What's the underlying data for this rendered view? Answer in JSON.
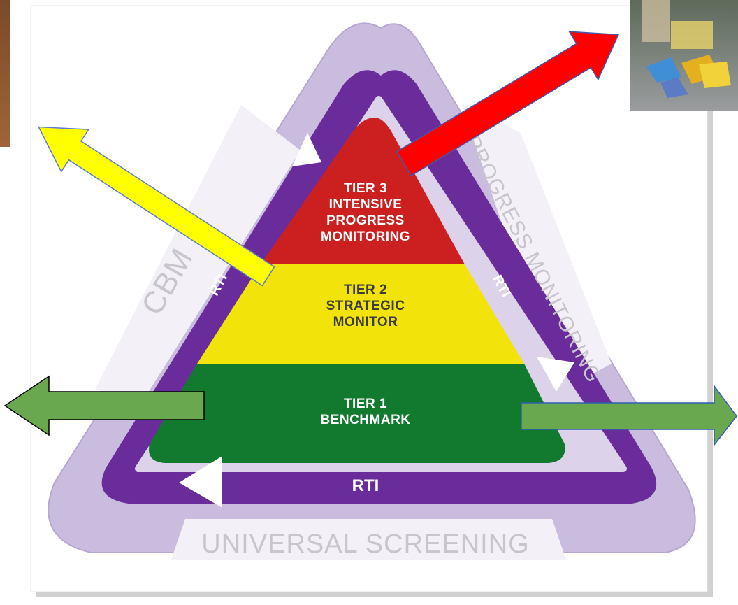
{
  "diagram": {
    "tier3": {
      "line1": "TIER 3",
      "line2": "INTENSIVE",
      "line3": "PROGRESS",
      "line4": "MONITORING"
    },
    "tier2": {
      "line1": "TIER 2",
      "line2": "STRATEGIC",
      "line3": "MONITOR"
    },
    "tier1": {
      "line1": "TIER 1",
      "line2": "BENCHMARK"
    },
    "rti_label": "RTI",
    "outer": {
      "left": "CBM",
      "right": "PROGRESS MONITORING",
      "bottom": "UNIVERSAL SCREENING"
    }
  },
  "colors": {
    "tier3": "#cc1f1f",
    "tier2": "#f2e40a",
    "tier1": "#127a2e",
    "purple": "#6a2c9a",
    "lavender": "#cbbfe0",
    "yellow_arrow": "#ffff00",
    "red_arrow": "#ff0000",
    "green_arrow": "#6aa84f"
  },
  "photos": {
    "left": "photo-left",
    "right": "photo-children-playing"
  }
}
